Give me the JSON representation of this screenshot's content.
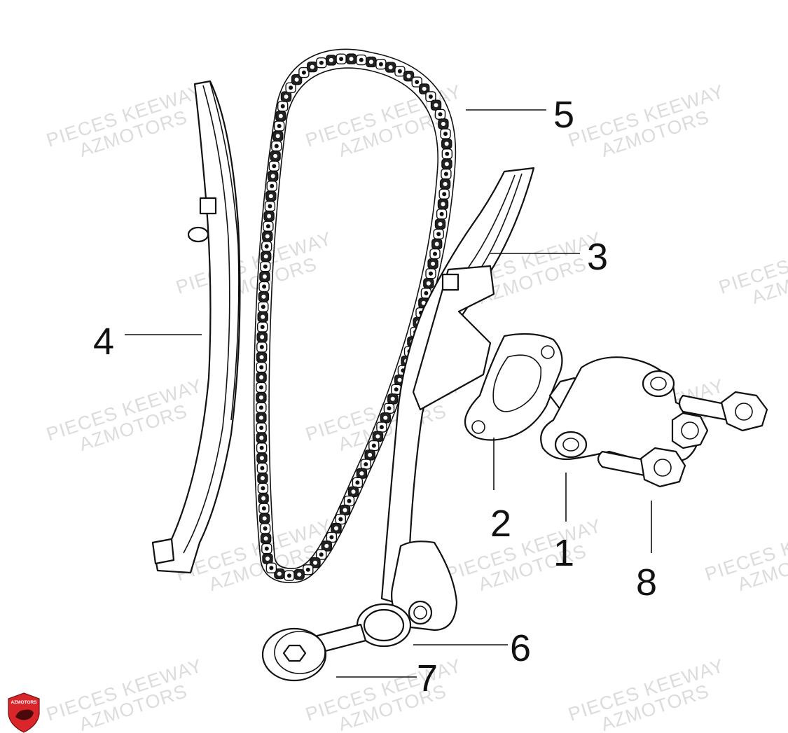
{
  "watermark": {
    "line1": "PIECES KEEWAY",
    "line2": "AZMOTORS"
  },
  "logo": {
    "text": "AZMOTORS",
    "color": "#d8262b"
  },
  "callouts": [
    "1",
    "2",
    "3",
    "4",
    "5",
    "6",
    "7",
    "8"
  ]
}
